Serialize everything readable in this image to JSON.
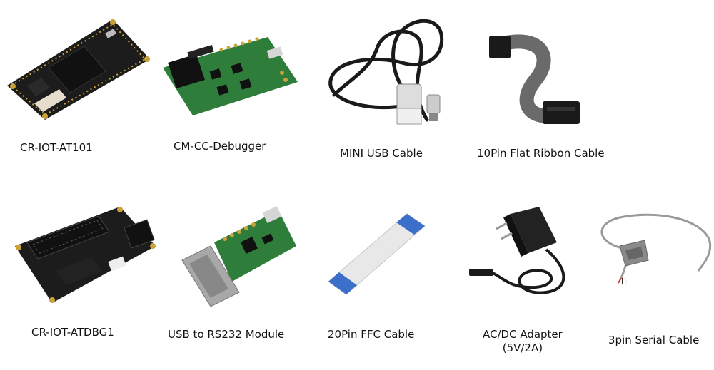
{
  "products": [
    {
      "caption": "CR-IOT-AT101",
      "icon": "iot-board-icon"
    },
    {
      "caption": "CM-CC-Debugger",
      "icon": "debugger-board-icon"
    },
    {
      "caption": "MINI USB Cable",
      "icon": "usb-cable-icon"
    },
    {
      "caption": "10Pin Flat Ribbon Cable",
      "icon": "ribbon-cable-icon"
    },
    {
      "caption": "CR-IOT-ATDBG1",
      "icon": "debug-board-icon"
    },
    {
      "caption": "USB to RS232 Module",
      "icon": "rs232-module-icon"
    },
    {
      "caption": "20Pin FFC Cable",
      "icon": "ffc-cable-icon"
    },
    {
      "caption": "AC/DC Adapter",
      "caption_line2": "(5V/2A)",
      "icon": "power-adapter-icon"
    },
    {
      "caption": "3pin Serial Cable",
      "icon": "serial-cable-icon"
    }
  ],
  "colors": {
    "pcb_black": "#1c1c1c",
    "pcb_green": "#2f7d3a",
    "gold": "#c9a23a",
    "cable_black": "#1a1a1a",
    "cable_grey": "#9a9a9a",
    "ribbon_grey": "#6a6a6a",
    "ffc_white": "#e8e8e8"
  }
}
